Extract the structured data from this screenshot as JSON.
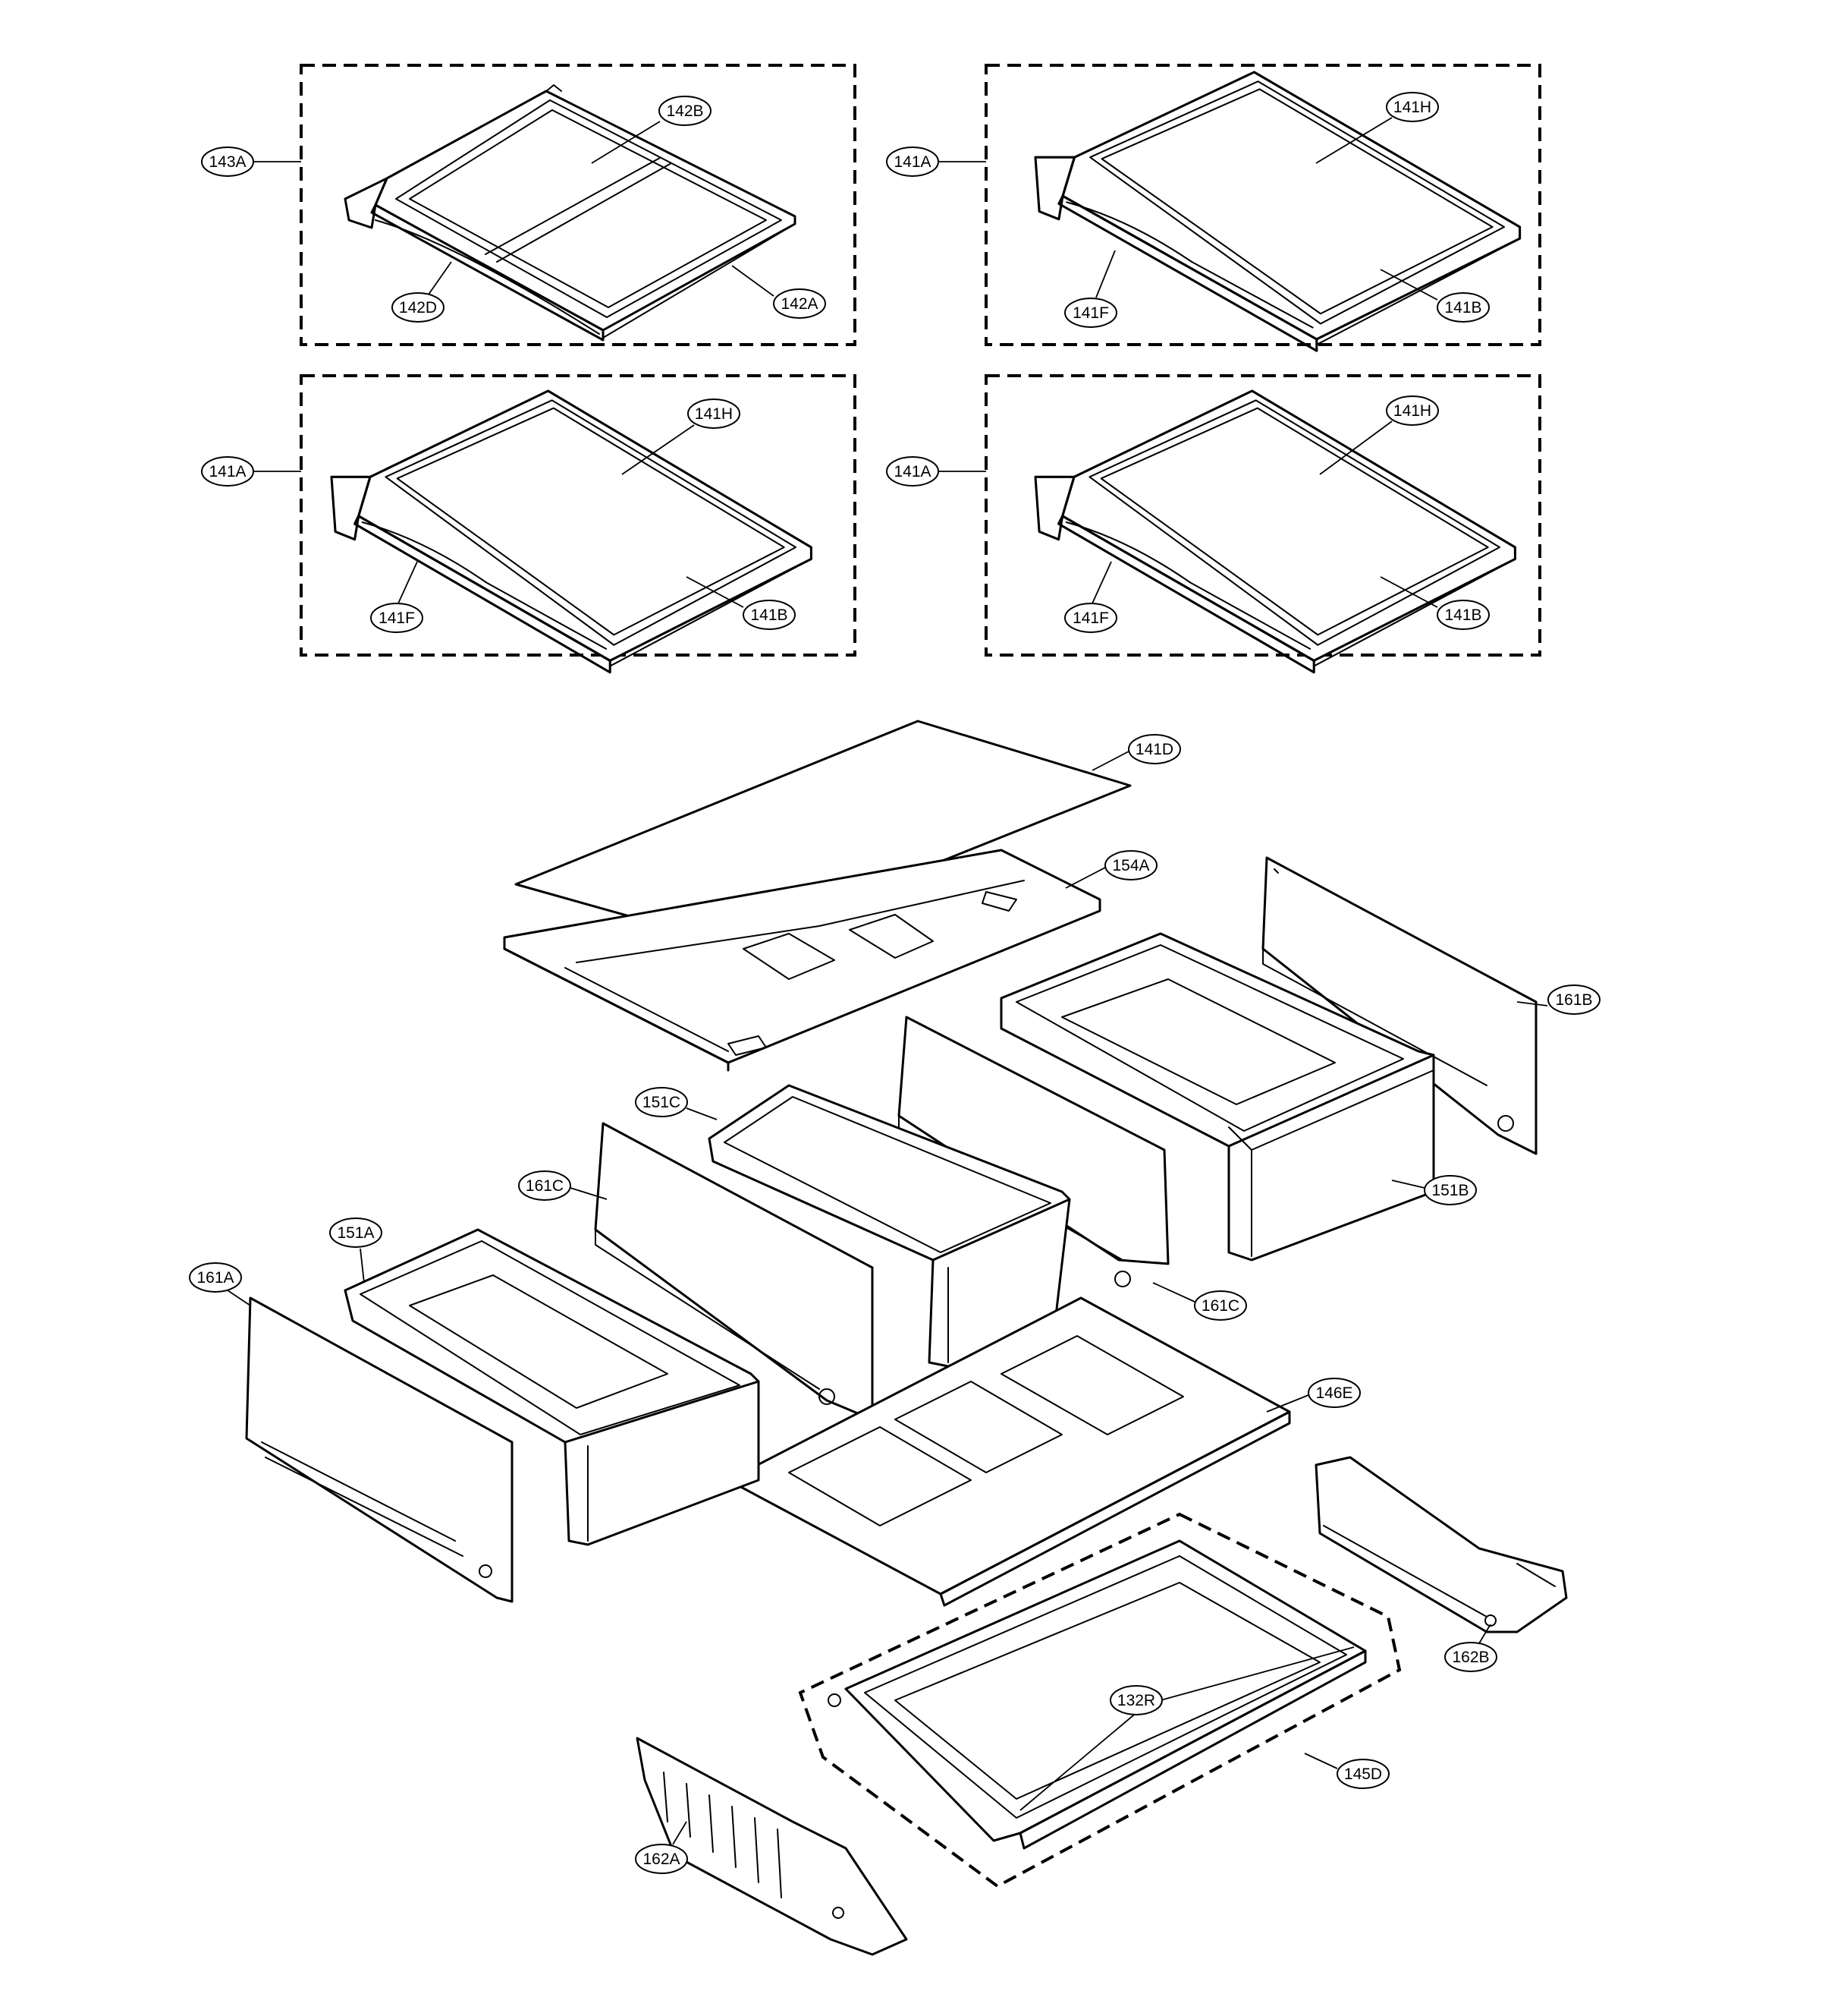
{
  "labels": {
    "l143A": "143A",
    "l142B": "142B",
    "l142D": "142D",
    "l142A": "142A",
    "l141A_1": "141A",
    "l141H_1": "141H",
    "l141F_1": "141F",
    "l141B_1": "141B",
    "l141A_2": "141A",
    "l141H_2": "141H",
    "l141F_2": "141F",
    "l141B_2": "141B",
    "l141A_3": "141A",
    "l141H_3": "141H",
    "l141F_3": "141F",
    "l141B_3": "141B",
    "l141D": "141D",
    "l154A": "154A",
    "l161B": "161B",
    "l151C": "151C",
    "l161C_1": "161C",
    "l151B": "151B",
    "l151A": "151A",
    "l161A": "161A",
    "l161C_2": "161C",
    "l146E": "146E",
    "l162B": "162B",
    "l132R": "132R",
    "l145D": "145D",
    "l162A": "162A"
  }
}
